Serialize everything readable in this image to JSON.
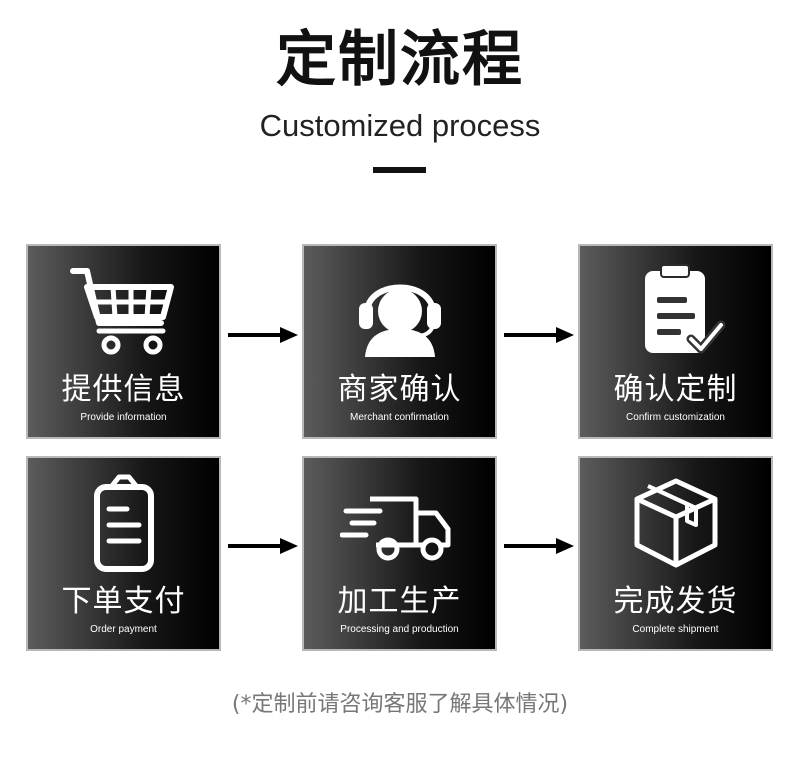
{
  "header": {
    "title": "定制流程",
    "subtitle": "Customized process"
  },
  "steps": [
    {
      "label_zh": "提供信息",
      "label_en": "Provide information",
      "icon": "shopping-cart-icon"
    },
    {
      "label_zh": "商家确认",
      "label_en": "Merchant confirmation",
      "icon": "customer-service-headset-icon"
    },
    {
      "label_zh": "确认定制",
      "label_en": "Confirm customization",
      "icon": "clipboard-check-icon"
    },
    {
      "label_zh": "下单支付",
      "label_en": "Order payment",
      "icon": "order-form-icon"
    },
    {
      "label_zh": "加工生产",
      "label_en": "Processing and production",
      "icon": "delivery-truck-icon"
    },
    {
      "label_zh": "完成发货",
      "label_en": "Complete shipment",
      "icon": "package-box-icon"
    }
  ],
  "footnote": "(*定制前请咨询客服了解具体情况)",
  "colors": {
    "card_gradient_start": "#5c5c5c",
    "card_gradient_end": "#000000",
    "card_border": "#b8b8b8",
    "arrow": "#000000",
    "footnote": "#777777"
  }
}
